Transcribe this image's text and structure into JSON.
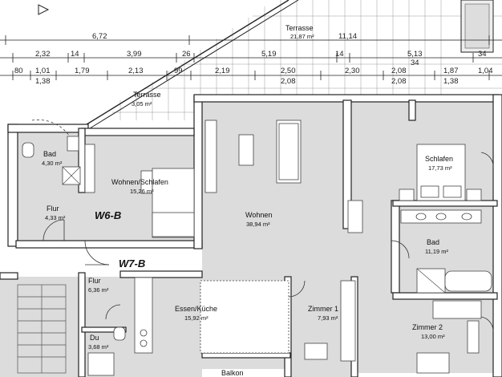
{
  "dimensions": {
    "row1": [
      "6,72",
      "11,14"
    ],
    "row2": [
      "2,32",
      "14",
      "3,99",
      "26",
      "5,19",
      "14",
      "5,13",
      "34"
    ],
    "row2b": [
      "34"
    ],
    "row3": [
      "80",
      "1,01",
      "1,79",
      "2,13",
      "99",
      "2,19",
      "2,50",
      "2,30",
      "2,08",
      "1,87",
      "1,04"
    ],
    "row4": [
      "1,38",
      "2,08",
      "2,08",
      "1,38"
    ]
  },
  "rooms": {
    "terrasse_top": {
      "name": "Terrasse",
      "area": "21,87 m²"
    },
    "terrasse_left": {
      "name": "Terrasse",
      "area": "3,05 m²"
    },
    "bad_w6": {
      "name": "Bad",
      "area": "4,30 m²"
    },
    "wohnen_schlafen": {
      "name": "Wohnen/Schlafen",
      "area": "15,26 m²"
    },
    "flur_w6": {
      "name": "Flur",
      "area": "4,33 m²"
    },
    "wohnen": {
      "name": "Wohnen",
      "area": "38,94 m²"
    },
    "schlafen": {
      "name": "Schlafen",
      "area": "17,73 m²"
    },
    "bad_w7": {
      "name": "Bad",
      "area": "11,19 m²"
    },
    "flur_w7": {
      "name": "Flur",
      "area": "6,36 m²"
    },
    "essen_kueche": {
      "name": "Essen/Küche",
      "area": "15,92 m²"
    },
    "zimmer1": {
      "name": "Zimmer 1",
      "area": "7,93 m²"
    },
    "zimmer2": {
      "name": "Zimmer 2",
      "area": "13,00 m²"
    },
    "du": {
      "name": "Du",
      "area": "3,68 m²"
    },
    "balkon": {
      "name": "Balkon"
    }
  },
  "units": {
    "w6b": "W6-B",
    "w7b": "W7-B"
  }
}
